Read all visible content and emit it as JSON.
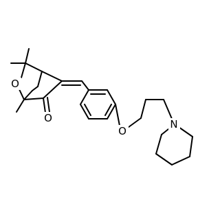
{
  "molecule": {
    "atoms": {
      "O_ring": "O",
      "O_ketone": "O",
      "O_ether": "O",
      "N_piperidine": "N"
    }
  },
  "colors": {
    "bond": "#000000",
    "background": "#ffffff"
  }
}
